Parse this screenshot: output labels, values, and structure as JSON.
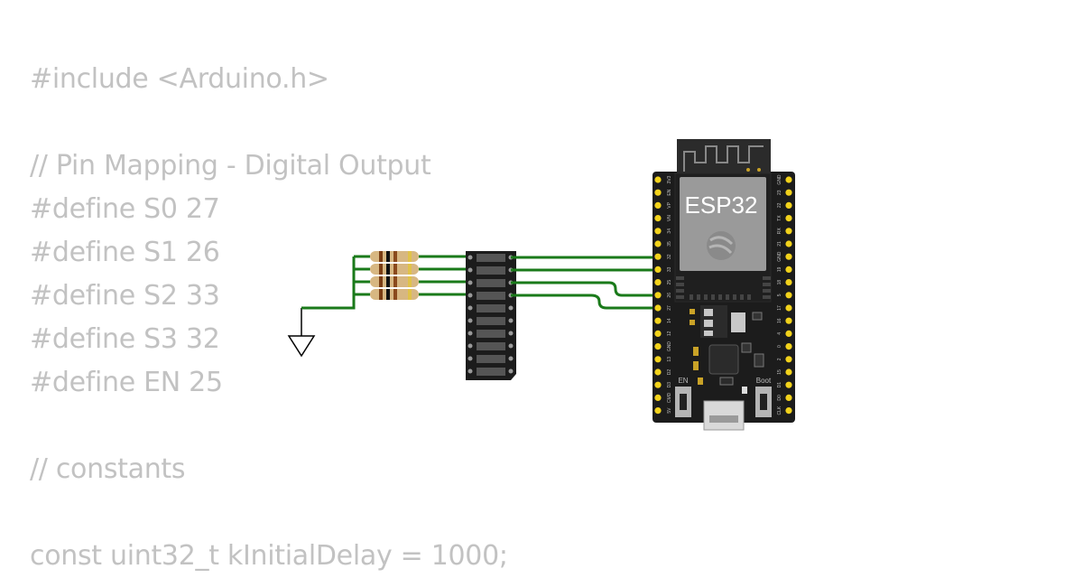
{
  "code": {
    "lines": [
      "#include <Arduino.h>",
      "",
      "// Pin Mapping - Digital Output",
      "#define S0 27",
      "#define S1 26",
      "#define S2 33",
      "#define S3 32",
      "#define EN 25",
      "",
      "// constants",
      "",
      "const uint32_t kInitialDelay = 1000;"
    ]
  },
  "board": {
    "label": "ESP32",
    "en_label": "EN",
    "boot_label": "Boot",
    "left_pins": [
      "3V3",
      "EN",
      "VP",
      "VN",
      "34",
      "35",
      "32",
      "33",
      "25",
      "26",
      "27",
      "14",
      "12",
      "GND",
      "13",
      "D2",
      "D3",
      "CMD",
      "5V"
    ],
    "right_pins": [
      "GND",
      "23",
      "22",
      "TX",
      "RX",
      "21",
      "GND",
      "19",
      "18",
      "5",
      "17",
      "16",
      "4",
      "0",
      "2",
      "15",
      "D1",
      "D0",
      "CLK"
    ]
  },
  "colors": {
    "wire": "#1a7a1a",
    "board": "#1c1c1c",
    "pin": "#f2d21b",
    "code_text": "#c2c2c2"
  }
}
